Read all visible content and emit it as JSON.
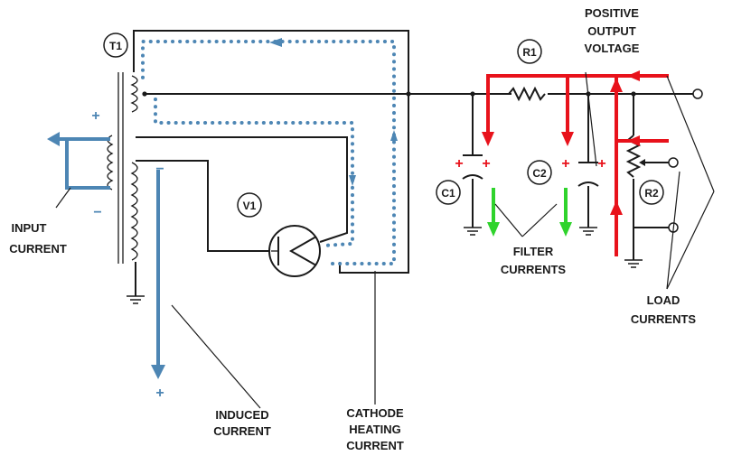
{
  "components": {
    "transformer": "T1",
    "tube": "V1",
    "resistor_1": "R1",
    "resistor_2": "R2",
    "capacitor_1": "C1",
    "capacitor_2": "C2"
  },
  "labels": {
    "input_current": [
      "INPUT",
      "CURRENT"
    ],
    "induced_current": [
      "INDUCED",
      "CURRENT"
    ],
    "cathode_heating_current": [
      "CATHODE",
      "HEATING",
      "CURRENT"
    ],
    "filter_currents": [
      "FILTER",
      "CURRENTS"
    ],
    "load_currents": [
      "LOAD",
      "CURRENTS"
    ],
    "positive_output_voltage": [
      "POSITIVE",
      "OUTPUT",
      "VOLTAGE"
    ]
  },
  "polarity": {
    "plus": "+",
    "minus": "−"
  },
  "colors": {
    "dc_current": "#e8121b",
    "ac_current": "#4d86b4",
    "filter_current": "#2fd32c",
    "wire": "#1a1a1a"
  }
}
